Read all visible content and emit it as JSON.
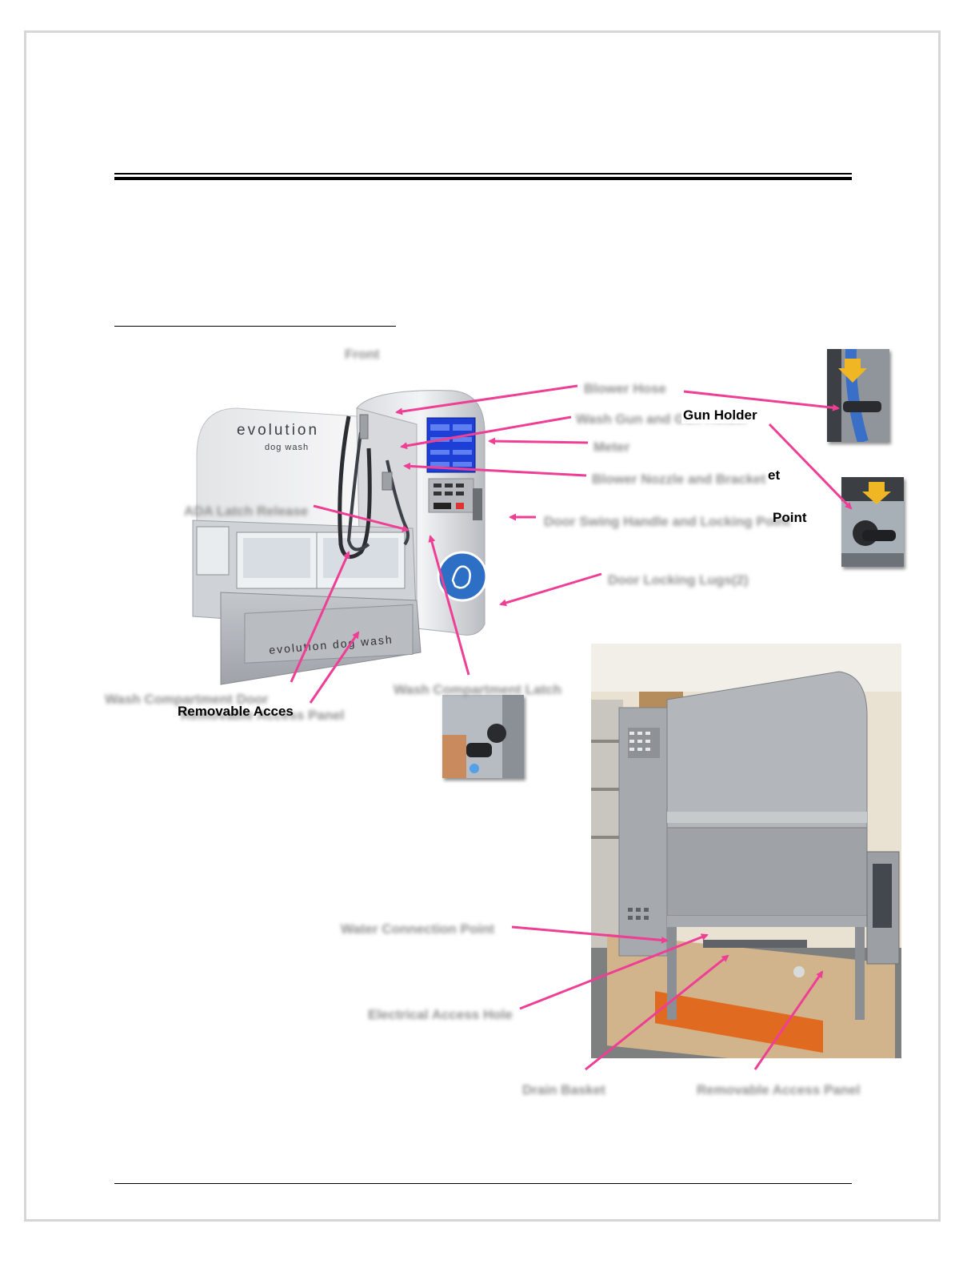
{
  "labels": {
    "front": "Front",
    "blower_hose": "Blower Hose",
    "wash_gun_holder": "Wash Gun and Gun Holder",
    "gun_holder_overlay": "Gun Holder",
    "meter": "Meter",
    "blower_nozzle": "Blower Nozzle and Bracket",
    "bracket_overlay": "et",
    "ada_latch": "ADA Latch Release",
    "door_swing": "Door Swing Handle and Locking Point",
    "point_overlay": "Point",
    "door_lugs": "Door Locking Lugs(2)",
    "wash_compartment_door": "Wash Compartment Door",
    "removable_access_panel_front": "Removable Access Panel",
    "removable_acces_overlay": "Removable Acces",
    "wash_compartment_latch": "Wash Compartment Latch",
    "water_connection": "Water Connection Point",
    "electrical_access": "Electrical Access Hole",
    "drain_basket": "Drain Basket",
    "removable_access_panel_rear": "Removable Access Panel"
  },
  "machine_branding": {
    "backsplash_word": "evolution",
    "backsplash_sub": "dog wash",
    "base_text": "evolution dog wash"
  },
  "colors": {
    "arrow": "#ee3f95",
    "stainless": "#c9ccd0",
    "screen_blue": "#1d3fd6",
    "logo_blue": "#2c6fc4"
  }
}
